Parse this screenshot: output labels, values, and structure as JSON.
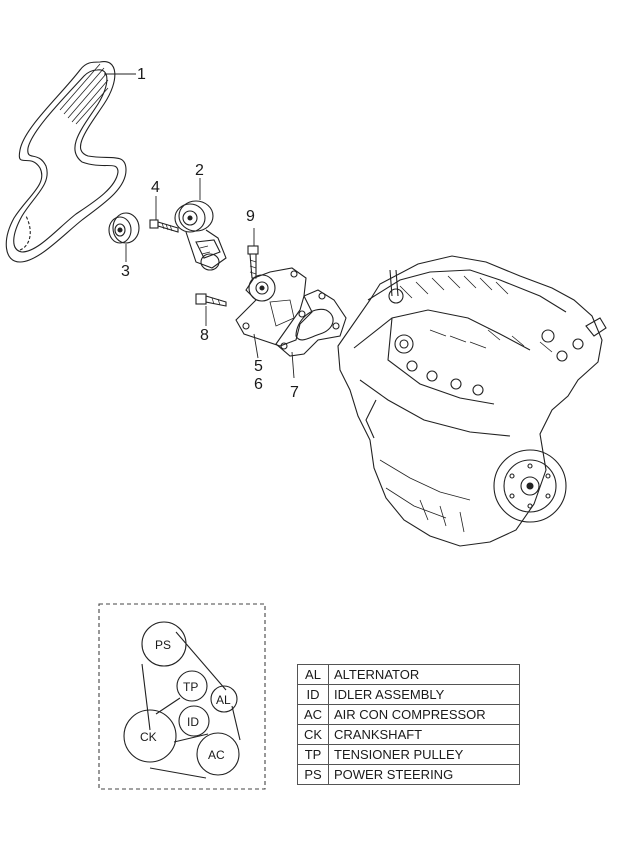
{
  "callouts": [
    "1",
    "2",
    "3",
    "4",
    "5",
    "6",
    "7",
    "8",
    "9"
  ],
  "belt_routing": {
    "nodes": [
      "PS",
      "TP",
      "AL",
      "CK",
      "ID",
      "AC"
    ]
  },
  "legend": [
    {
      "code": "AL",
      "name": "ALTERNATOR"
    },
    {
      "code": "ID",
      "name": "IDLER ASSEMBLY"
    },
    {
      "code": "AC",
      "name": "AIR CON COMPRESSOR"
    },
    {
      "code": "CK",
      "name": "CRANKSHAFT"
    },
    {
      "code": "TP",
      "name": "TENSIONER PULLEY"
    },
    {
      "code": "PS",
      "name": "POWER STEERING"
    }
  ]
}
